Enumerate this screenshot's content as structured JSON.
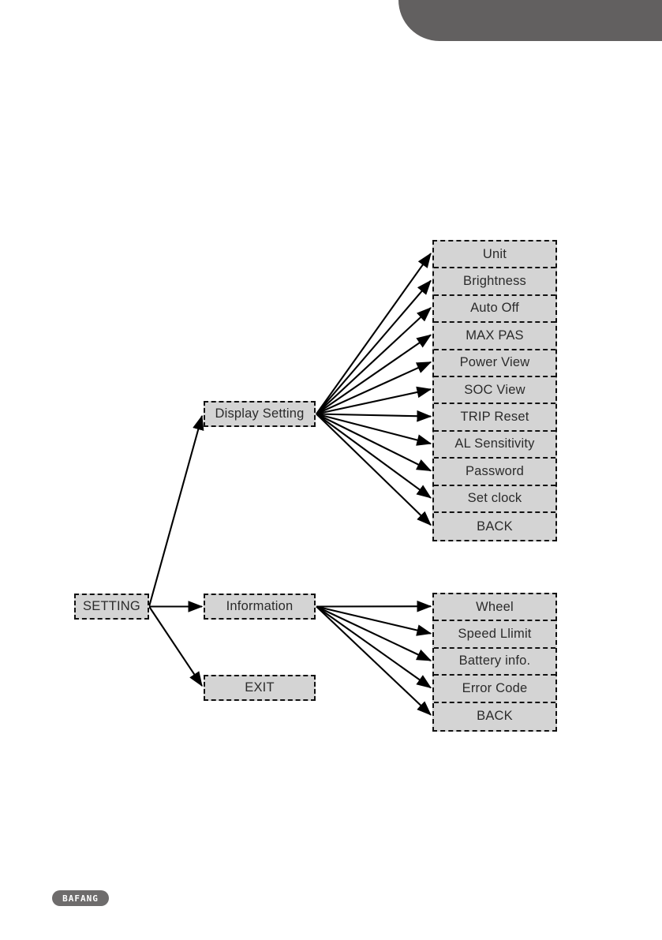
{
  "page": {
    "brand": "BAFANG",
    "diagram_type": "menu-tree",
    "colors": {
      "header_bar": "#626060",
      "node_fill": "#d4d4d4",
      "node_border": "#111111",
      "arrow": "#000000",
      "brand_pill": "#6e6c6c"
    }
  },
  "diagram": {
    "root": {
      "label": "SETTING"
    },
    "branches": [
      {
        "id": "display-setting",
        "label": "Display Setting",
        "children": [
          {
            "label": "Unit"
          },
          {
            "label": "Brightness"
          },
          {
            "label": "Auto Off"
          },
          {
            "label": "MAX PAS"
          },
          {
            "label": "Power View"
          },
          {
            "label": "SOC View"
          },
          {
            "label": "TRIP Reset"
          },
          {
            "label": "AL Sensitivity"
          },
          {
            "label": "Password"
          },
          {
            "label": "Set clock"
          },
          {
            "label": "BACK"
          }
        ]
      },
      {
        "id": "information",
        "label": "Information",
        "children": [
          {
            "label": "Wheel"
          },
          {
            "label": "Speed Llimit"
          },
          {
            "label": "Battery info."
          },
          {
            "label": "Error Code"
          },
          {
            "label": "BACK"
          }
        ]
      },
      {
        "id": "exit",
        "label": "EXIT",
        "children": []
      }
    ]
  }
}
